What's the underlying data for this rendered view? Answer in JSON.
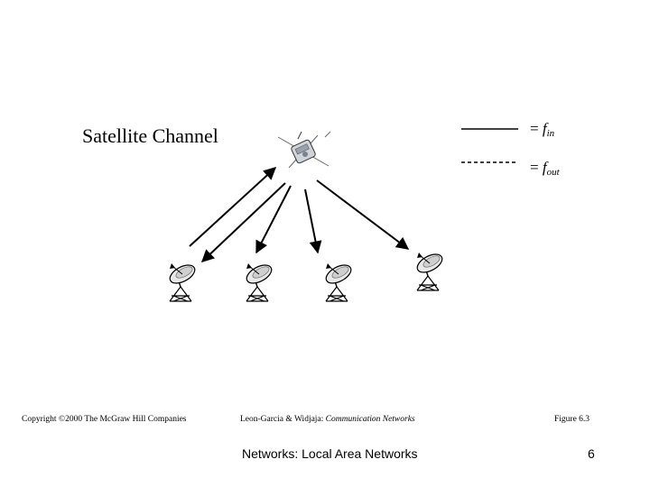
{
  "title": "Satellite Channel",
  "legend": {
    "solid": {
      "prefix": "= ",
      "symbol": "f",
      "subscript": "in"
    },
    "dashed": {
      "prefix": "= ",
      "symbol": "f",
      "subscript": "out"
    }
  },
  "icons": {
    "satellite": "satellite-icon",
    "dish": "satellite-dish-icon"
  },
  "footer": {
    "copyright": "Copyright ©2000 The McGraw Hill Companies",
    "citation_authors": "Leon-Garcia & Widjaja: ",
    "citation_title": "Communication Networks",
    "figure": "Figure 6.3",
    "slide_title": "Networks: Local Area Networks",
    "page": "6"
  }
}
